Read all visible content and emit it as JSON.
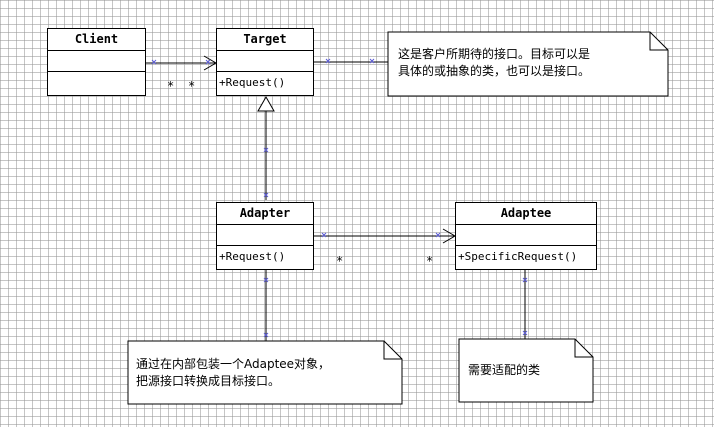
{
  "classes": {
    "client": {
      "name": "Client",
      "operation": ""
    },
    "target": {
      "name": "Target",
      "operation": "+Request()"
    },
    "adapter": {
      "name": "Adapter",
      "operation": "+Request()"
    },
    "adaptee": {
      "name": "Adaptee",
      "operation": "+SpecificRequest()"
    }
  },
  "notes": {
    "target_note": [
      "这是客户所期待的接口。目标可以是",
      "具体的或抽象的类，也可以是接口。"
    ],
    "adapter_note": [
      "通过在内部包装一个Adaptee对象，",
      "把源接口转换成目标接口。"
    ],
    "adaptee_note": [
      "需要适配的类"
    ]
  },
  "multiplicities": {
    "client_end": "*",
    "target_end": "*",
    "adapter_end": "*",
    "adaptee_end": "*"
  }
}
